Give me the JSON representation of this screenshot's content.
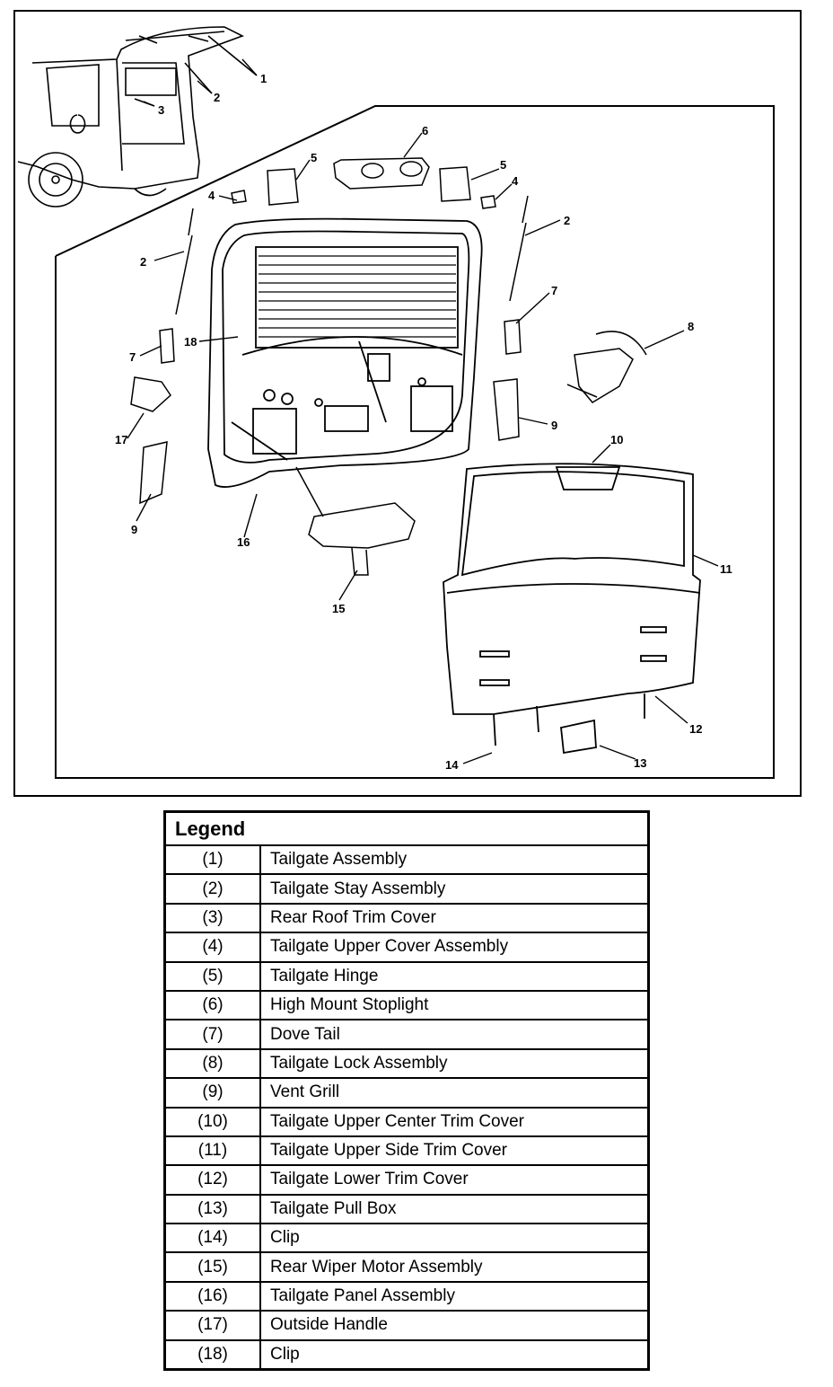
{
  "callouts": [
    {
      "id": "1",
      "text": "1"
    },
    {
      "id": "2a",
      "text": "2"
    },
    {
      "id": "3",
      "text": "3"
    },
    {
      "id": "6",
      "text": "6"
    },
    {
      "id": "5a",
      "text": "5"
    },
    {
      "id": "5b",
      "text": "5"
    },
    {
      "id": "4a",
      "text": "4"
    },
    {
      "id": "4b",
      "text": "4"
    },
    {
      "id": "2b",
      "text": "2"
    },
    {
      "id": "2c",
      "text": "2"
    },
    {
      "id": "7a",
      "text": "7"
    },
    {
      "id": "8",
      "text": "8"
    },
    {
      "id": "18",
      "text": "18"
    },
    {
      "id": "7b",
      "text": "7"
    },
    {
      "id": "9a",
      "text": "9"
    },
    {
      "id": "17",
      "text": "17"
    },
    {
      "id": "10",
      "text": "10"
    },
    {
      "id": "11",
      "text": "11"
    },
    {
      "id": "9b",
      "text": "9"
    },
    {
      "id": "16",
      "text": "16"
    },
    {
      "id": "15",
      "text": "15"
    },
    {
      "id": "12",
      "text": "12"
    },
    {
      "id": "14",
      "text": "14"
    },
    {
      "id": "13",
      "text": "13"
    }
  ],
  "legend": {
    "title": "Legend",
    "rows": [
      {
        "num": "(1)",
        "desc": "Tailgate Assembly"
      },
      {
        "num": "(2)",
        "desc": "Tailgate Stay Assembly"
      },
      {
        "num": "(3)",
        "desc": "Rear Roof Trim Cover"
      },
      {
        "num": "(4)",
        "desc": "Tailgate Upper Cover Assembly"
      },
      {
        "num": "(5)",
        "desc": "Tailgate Hinge"
      },
      {
        "num": "(6)",
        "desc": "High Mount Stoplight"
      },
      {
        "num": "(7)",
        "desc": "Dove Tail"
      },
      {
        "num": "(8)",
        "desc": "Tailgate Lock Assembly"
      },
      {
        "num": "(9)",
        "desc": "Vent Grill"
      },
      {
        "num": "(10)",
        "desc": "Tailgate Upper Center Trim Cover"
      },
      {
        "num": "(11)",
        "desc": "Tailgate Upper Side Trim Cover"
      },
      {
        "num": "(12)",
        "desc": "Tailgate Lower Trim Cover"
      },
      {
        "num": "(13)",
        "desc": "Tailgate Pull Box"
      },
      {
        "num": "(14)",
        "desc": "Clip"
      },
      {
        "num": "(15)",
        "desc": "Rear Wiper Motor Assembly"
      },
      {
        "num": "(16)",
        "desc": "Tailgate Panel Assembly"
      },
      {
        "num": "(17)",
        "desc": "Outside Handle"
      },
      {
        "num": "(18)",
        "desc": "Clip"
      }
    ]
  }
}
